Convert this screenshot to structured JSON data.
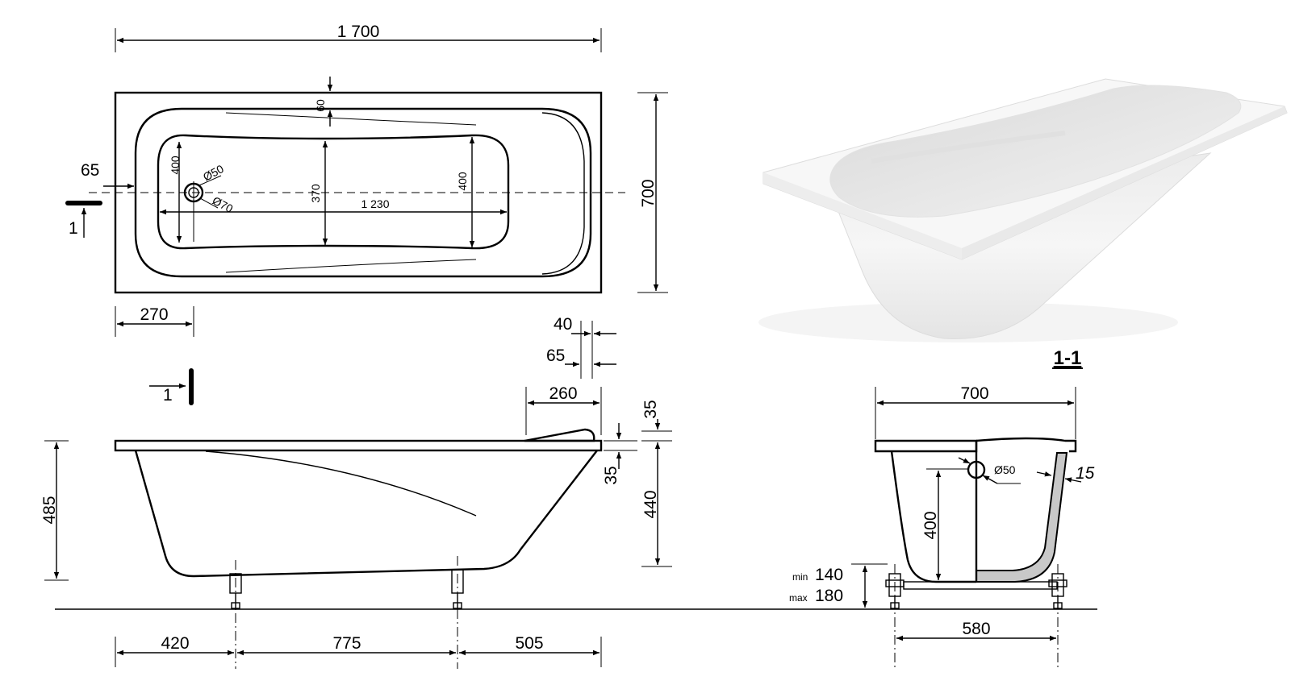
{
  "top_view": {
    "overall_length": "1 700",
    "overall_width": "700",
    "rim_top": "60",
    "rim_left": "65",
    "drain_offset": "270",
    "inner_length": "1 230",
    "inner_width_mid": "370",
    "inner_width_left": "400",
    "inner_width_right": "400",
    "drain_diameter": "Ø50",
    "overflow_diameter": "Ø70",
    "section_marker": "1"
  },
  "side_view": {
    "section_marker": "1",
    "total_height": "485",
    "rim_thickness_top": "35",
    "rim_thickness_bottom": "35",
    "tub_depth": "440",
    "headrest_length": "260",
    "dim_40": "40",
    "dim_65": "65",
    "leg_offset_left": "420",
    "leg_spacing": "775",
    "leg_offset_right": "505"
  },
  "section_view": {
    "title": "1-1",
    "width": "700",
    "inner_depth": "400",
    "wall_thickness": "15",
    "outlet_diameter": "Ø50",
    "leg_min_label": "min",
    "leg_min_value": "140",
    "leg_max_label": "max",
    "leg_max_value": "180",
    "leg_spacing": "580"
  },
  "photo": {
    "subject": "white-acrylic-bathtub"
  }
}
